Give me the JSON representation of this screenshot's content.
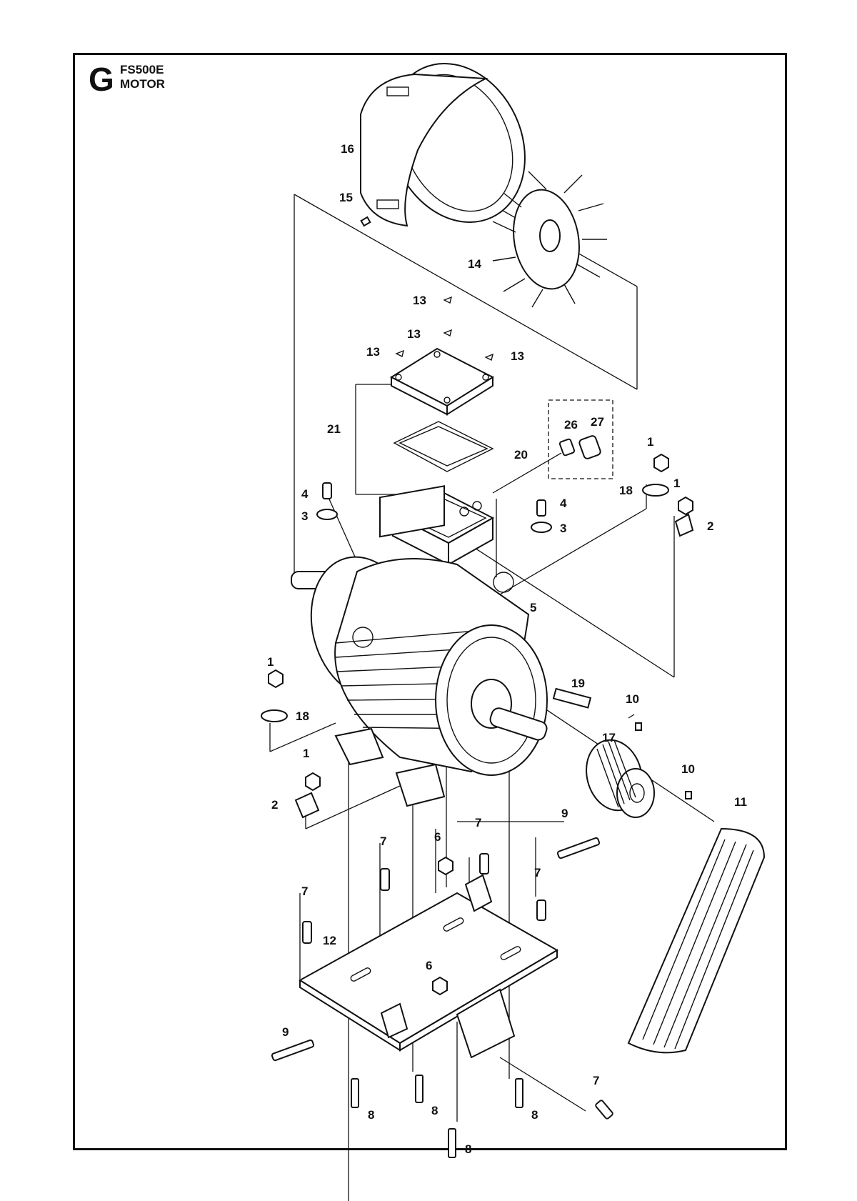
{
  "header": {
    "section_letter": "G",
    "model": "FS500E",
    "title": "MOTOR"
  },
  "callouts": [
    {
      "id": "c16",
      "text": "16"
    },
    {
      "id": "c15",
      "text": "15"
    },
    {
      "id": "c14",
      "text": "14"
    },
    {
      "id": "c13a",
      "text": "13"
    },
    {
      "id": "c13b",
      "text": "13"
    },
    {
      "id": "c13c",
      "text": "13"
    },
    {
      "id": "c13d",
      "text": "13"
    },
    {
      "id": "c21",
      "text": "21"
    },
    {
      "id": "c20",
      "text": "20"
    },
    {
      "id": "c26",
      "text": "26"
    },
    {
      "id": "c27",
      "text": "27"
    },
    {
      "id": "c1a",
      "text": "1"
    },
    {
      "id": "c18a",
      "text": "18"
    },
    {
      "id": "c1b",
      "text": "1"
    },
    {
      "id": "c2a",
      "text": "2"
    },
    {
      "id": "c4a",
      "text": "4"
    },
    {
      "id": "c3a",
      "text": "3"
    },
    {
      "id": "c4b",
      "text": "4"
    },
    {
      "id": "c3b",
      "text": "3"
    },
    {
      "id": "c5",
      "text": "5"
    },
    {
      "id": "c19",
      "text": "19"
    },
    {
      "id": "c1c",
      "text": "1"
    },
    {
      "id": "c18b",
      "text": "18"
    },
    {
      "id": "c10a",
      "text": "10"
    },
    {
      "id": "c17",
      "text": "17"
    },
    {
      "id": "c10b",
      "text": "10"
    },
    {
      "id": "c1d",
      "text": "1"
    },
    {
      "id": "c2b",
      "text": "2"
    },
    {
      "id": "c11",
      "text": "11"
    },
    {
      "id": "c9a",
      "text": "9"
    },
    {
      "id": "c7a",
      "text": "7"
    },
    {
      "id": "c6a",
      "text": "6"
    },
    {
      "id": "c7b",
      "text": "7"
    },
    {
      "id": "c7c",
      "text": "7"
    },
    {
      "id": "c7d",
      "text": "7"
    },
    {
      "id": "c12",
      "text": "12"
    },
    {
      "id": "c6b",
      "text": "6"
    },
    {
      "id": "c9b",
      "text": "9"
    },
    {
      "id": "c7e",
      "text": "7"
    },
    {
      "id": "c8a",
      "text": "8"
    },
    {
      "id": "c8b",
      "text": "8"
    },
    {
      "id": "c8c",
      "text": "8"
    },
    {
      "id": "c8d",
      "text": "8"
    }
  ]
}
